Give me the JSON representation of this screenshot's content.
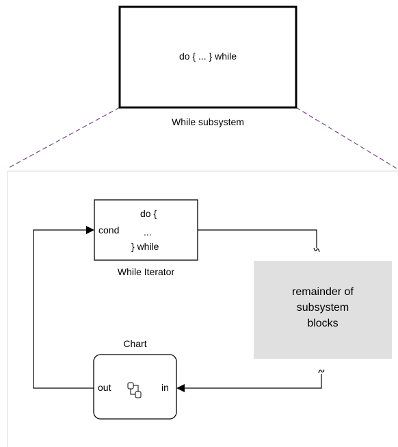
{
  "while_subsystem": {
    "block_text": "do { ... } while",
    "caption": "While subsystem"
  },
  "while_iterator": {
    "do_line": "do {",
    "cond_port": "cond",
    "ellipsis": "...",
    "while_line": "} while",
    "caption": "While Iterator"
  },
  "remainder_block": {
    "line1": "remainder of",
    "line2": "subsystem",
    "line3": "blocks"
  },
  "chart_block": {
    "caption": "Chart",
    "out_port": "out",
    "in_port": "in",
    "icon": "stateflow-chart-icon"
  },
  "colors": {
    "dashed_connector": "#7a4a8a",
    "panel_border": "#d9d9d9",
    "remainder_fill": "#e0e0e0"
  }
}
